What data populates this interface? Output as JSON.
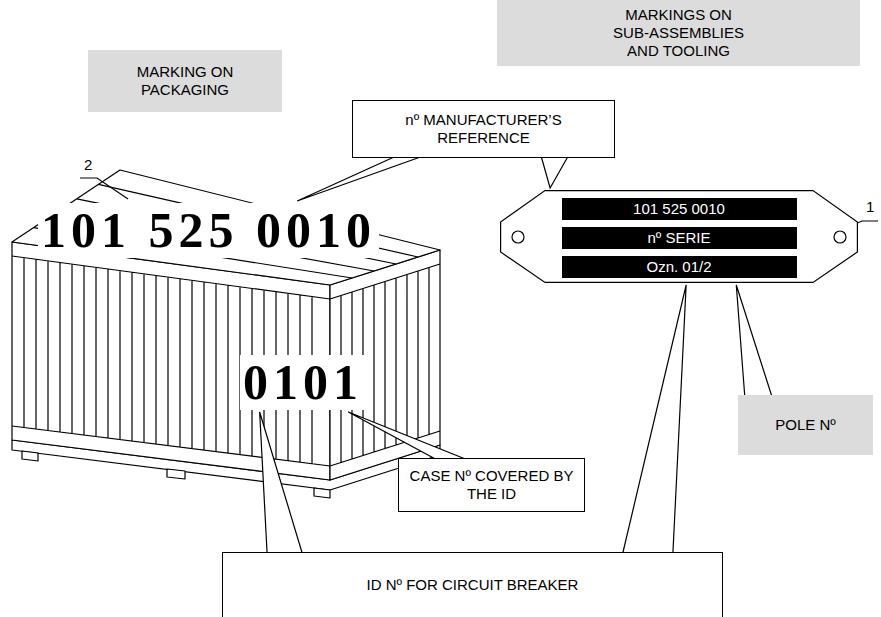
{
  "diagram": {
    "nodes": [
      {
        "text": [
          "MARKING ON PACKAGING"
        ]
      },
      {
        "text": [
          "MARKINGS ON SUB-ASSEMBLIES AND TOOLING"
        ]
      },
      {
        "text": [
          "nº MANUFACTURER’S REFERENCE"
        ]
      },
      {
        "text": [
          "101 525 0010",
          "0101"
        ]
      },
      {
        "text": [
          "101 525 0010",
          "nº SERIE",
          "Ozn. 01/2"
        ]
      },
      {
        "text": [
          "CASE Nº COVERED BY THE ID"
        ]
      },
      {
        "text": [
          "POLE Nº"
        ]
      },
      {
        "text": [
          "ID Nº FOR CIRCUIT BREAKER"
        ]
      }
    ],
    "edges": [
      {
        "from": 2,
        "to": 3,
        "arrow": "none"
      },
      {
        "from": 2,
        "to": 4,
        "arrow": "none"
      },
      {
        "from": 5,
        "to": 3,
        "arrow": "none"
      },
      {
        "from": 7,
        "to": 3,
        "arrow": "none"
      },
      {
        "from": 7,
        "to": 4,
        "arrow": "none"
      },
      {
        "from": 6,
        "to": 4,
        "arrow": "none"
      }
    ],
    "labels": [
      "2",
      "1"
    ]
  }
}
